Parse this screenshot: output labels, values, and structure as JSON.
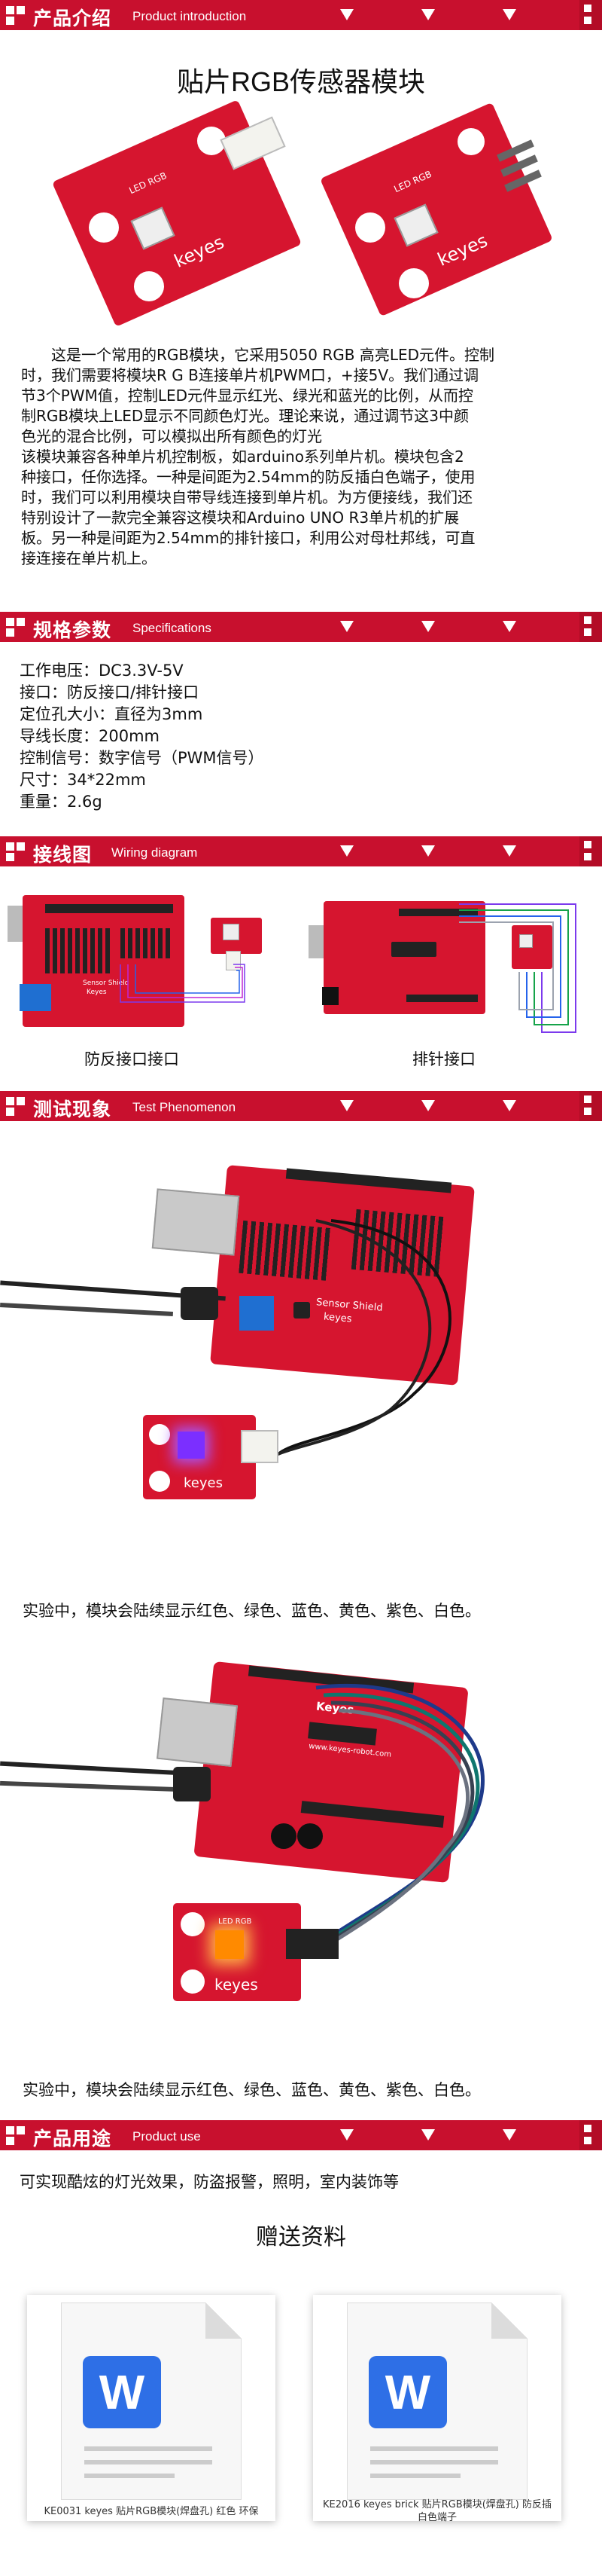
{
  "sections": {
    "intro": {
      "zh": "产品介绍",
      "en": "Product introduction"
    },
    "spec": {
      "zh": "规格参数",
      "en": "Specifications"
    },
    "wiring": {
      "zh": "接线图",
      "en": "Wiring diagram"
    },
    "test": {
      "zh": "测试现象",
      "en": "Test Phenomenon"
    },
    "use": {
      "zh": "产品用途",
      "en": "Product use"
    }
  },
  "product_title": "贴片RGB传感器模块",
  "module": {
    "silk": "LED RGB",
    "brand": "keyes"
  },
  "intro_text": [
    "这是一个常用的RGB模块，它采用5050 RGB 高亮LED元件。控制",
    "时，我们需要将模块R G B连接单片机PWM口，+接5V。我们通过调",
    "节3个PWM值，控制LED元件显示红光、绿光和蓝光的比例，从而控",
    "制RGB模块上LED显示不同颜色灯光。理论来说，通过调节这3中颜",
    "色光的混合比例，可以模拟出所有颜色的灯光",
    "该模块兼容各种单片机控制板，如arduino系列单片机。模块包含2",
    "种接口，任你选择。一种是间距为2.54mm的防反插白色端子，使用",
    "时，我们可以利用模块自带导线连接到单片机。为方便接线，我们还",
    "特别设计了一款完全兼容这模块和Arduino UNO R3单片机的扩展",
    "板。另一种是间距为2.54mm的排针接口，利用公对母杜邦线，可直",
    "接连接在单片机上。"
  ],
  "specs": [
    "工作电压：DC3.3V-5V",
    "接口：防反接口/排针接口",
    "定位孔大小：直径为3mm",
    "导线长度：200mm",
    "控制信号：数字信号（PWM信号）",
    "尺寸：34*22mm",
    "重量：2.6g"
  ],
  "wiring": {
    "left_caption": "防反接口接口",
    "right_caption": "排针接口",
    "shield_label": "Sensor Shield",
    "shield_brand": "Keyes"
  },
  "test": {
    "shield_label": "Sensor Shield",
    "shield_brand": "keyes",
    "caption1": "实验中，模块会陆续显示红色、绿色、蓝色、黄色、紫色、白色。",
    "uno_brand": "Keyes",
    "uno_url": "www.keyes-robot.com",
    "caption2": "实验中，模块会陆续显示红色、绿色、蓝色、黄色、紫色、白色。"
  },
  "use_text": "可实现酷炫的灯光效果，防盗报警，照明，室内装饰等",
  "gift_title": "赠送资料",
  "downloads": [
    {
      "name": "KE0031 keyes 贴片RGB模块(焊盘孔) 红色 环保",
      "icon": "word-file-icon"
    },
    {
      "name": "KE2016 keyes brick 贴片RGB模块(焊盘孔) 防反插白色端子",
      "icon": "word-file-icon"
    }
  ],
  "colors": {
    "brand_red": "#c8102e",
    "pcb_red": "#d6152f",
    "word_blue": "#2e6fe6"
  }
}
